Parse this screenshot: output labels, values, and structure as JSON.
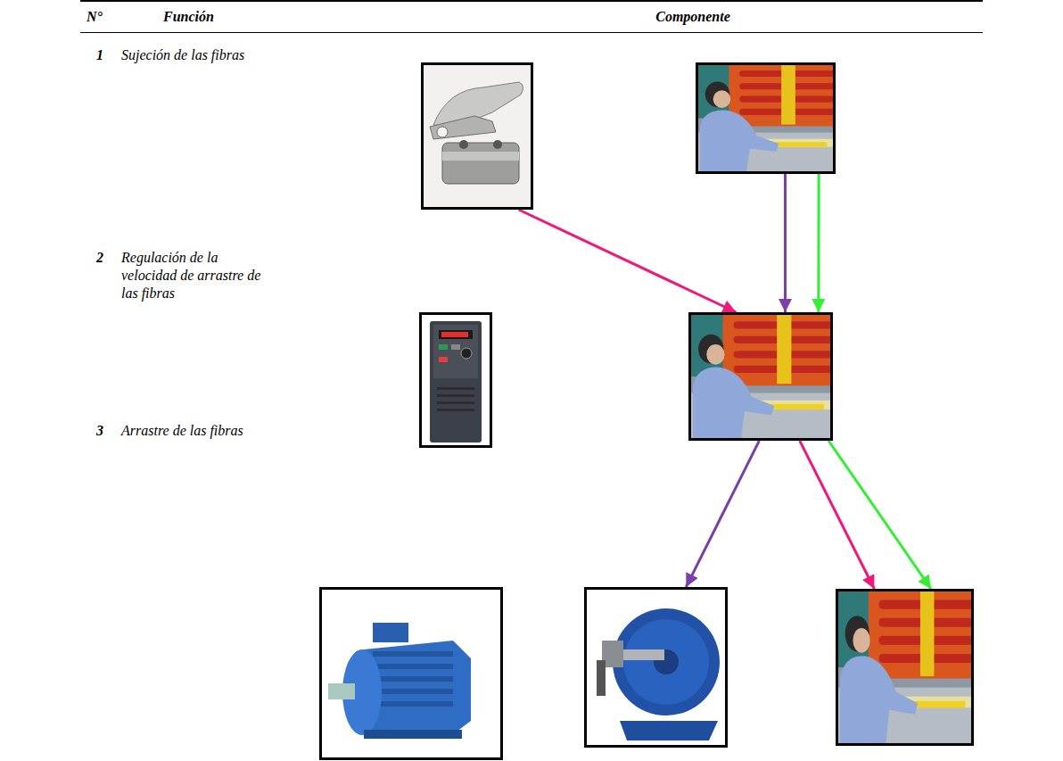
{
  "diagram": {
    "nodes": [
      {
        "text": []
      },
      {
        "text": []
      },
      {
        "text": []
      },
      {
        "text": []
      },
      {
        "text": []
      },
      {
        "text": []
      },
      {
        "text": []
      }
    ],
    "edges": [
      {
        "from": 0,
        "to": 3,
        "arrow": "to"
      },
      {
        "from": 1,
        "to": 3,
        "arrow": "to"
      },
      {
        "from": 1,
        "to": 3,
        "arrow": "to"
      },
      {
        "from": 3,
        "to": 5,
        "arrow": "to"
      },
      {
        "from": 3,
        "to": 6,
        "arrow": "to"
      },
      {
        "from": 3,
        "to": 6,
        "arrow": "to"
      }
    ],
    "labels": [
      "N°",
      "Función",
      "Componente",
      "1",
      "Sujeción de las fibras",
      "2",
      "Regulación de la velocidad de arrastre de las fibras",
      "3",
      "Arrastre de las fibras"
    ]
  }
}
